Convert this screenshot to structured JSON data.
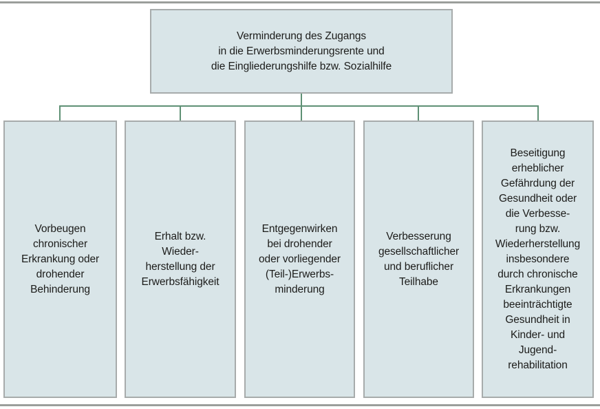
{
  "diagram": {
    "root": {
      "label": "Verminderung des Zugangs\nin die Erwerbsminderungsrente und\ndie Eingliederungshilfe bzw. Sozialhilfe"
    },
    "children": [
      {
        "label": "Vorbeugen\nchronischer\nErkrankung oder\ndrohender\nBehinderung"
      },
      {
        "label": "Erhalt bzw.\nWieder-\nherstellung der\nErwerbsfähigkeit"
      },
      {
        "label": "Entgegenwirken\nbei drohender\noder vorliegender\n(Teil-)Erwerbs-\nminderung"
      },
      {
        "label": "Verbesserung\ngesellschaftlicher\nund beruflicher\nTeilhabe"
      },
      {
        "label": "Beseitigung\nerheblicher\nGefährdung der\nGesundheit oder\ndie Verbesse-\nrung bzw.\nWiederherstellung\ninsbesondere\ndurch chronische\nErkrankungen\nbeeinträchtigte\nGesundheit in\nKinder- und\nJugend-\nrehabilitation"
      }
    ],
    "colors": {
      "box_fill": "#d9e5e8",
      "box_border": "#a7abab",
      "connector": "#5e9074",
      "frame_rule": "#9b9e9b",
      "text": "#1c1c1a"
    }
  }
}
